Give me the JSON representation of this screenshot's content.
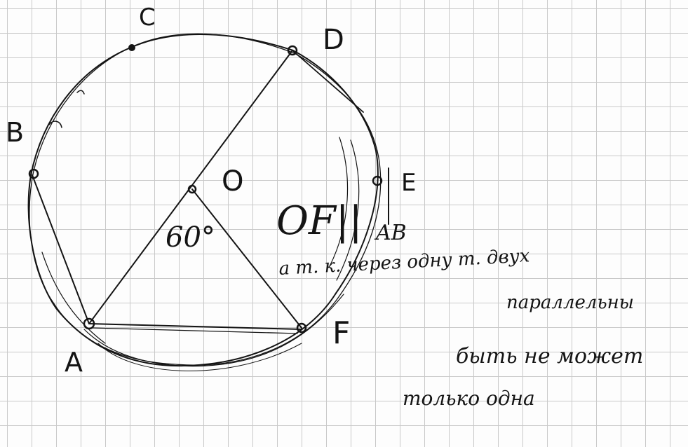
{
  "figure": {
    "points": {
      "C": "C",
      "D": "D",
      "B": "B",
      "O": "O",
      "E": "E",
      "A": "A",
      "F": "F"
    },
    "angle_label": "60°",
    "note_near_E": "AB",
    "formula": "OF||"
  },
  "handwriting": {
    "line1": "a т. к. через одну т. двух",
    "line2": "параллельны",
    "line3": "быть не может",
    "line4": "только одна"
  }
}
